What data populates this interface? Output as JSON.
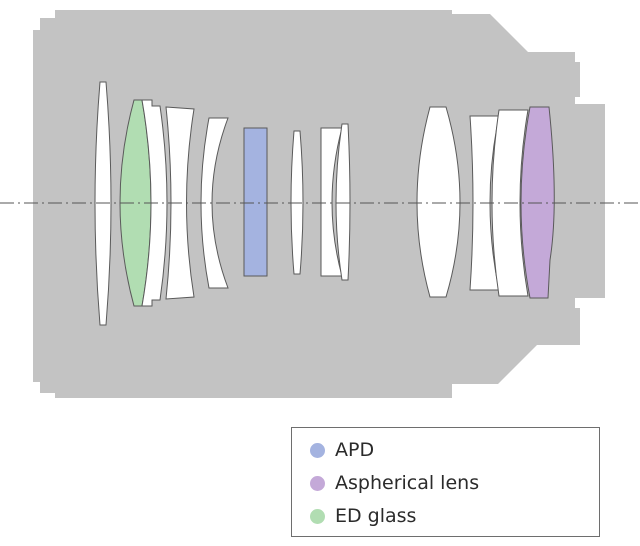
{
  "colors": {
    "barrel": "#c3c3c3",
    "lens_fill": "#ffffff",
    "lens_stroke": "#5a5a5a",
    "axis": "#555555",
    "apd": "#a4b3e0",
    "aspherical": "#c4a9d8",
    "ed_glass": "#b1ddb2"
  },
  "legend": {
    "items": [
      {
        "key": "apd",
        "label": "APD",
        "color": "#a4b3e0"
      },
      {
        "key": "aspherical",
        "label": "Aspherical lens",
        "color": "#c4a9d8"
      },
      {
        "key": "ed_glass",
        "label": "ED glass",
        "color": "#b1ddb2"
      }
    ]
  }
}
